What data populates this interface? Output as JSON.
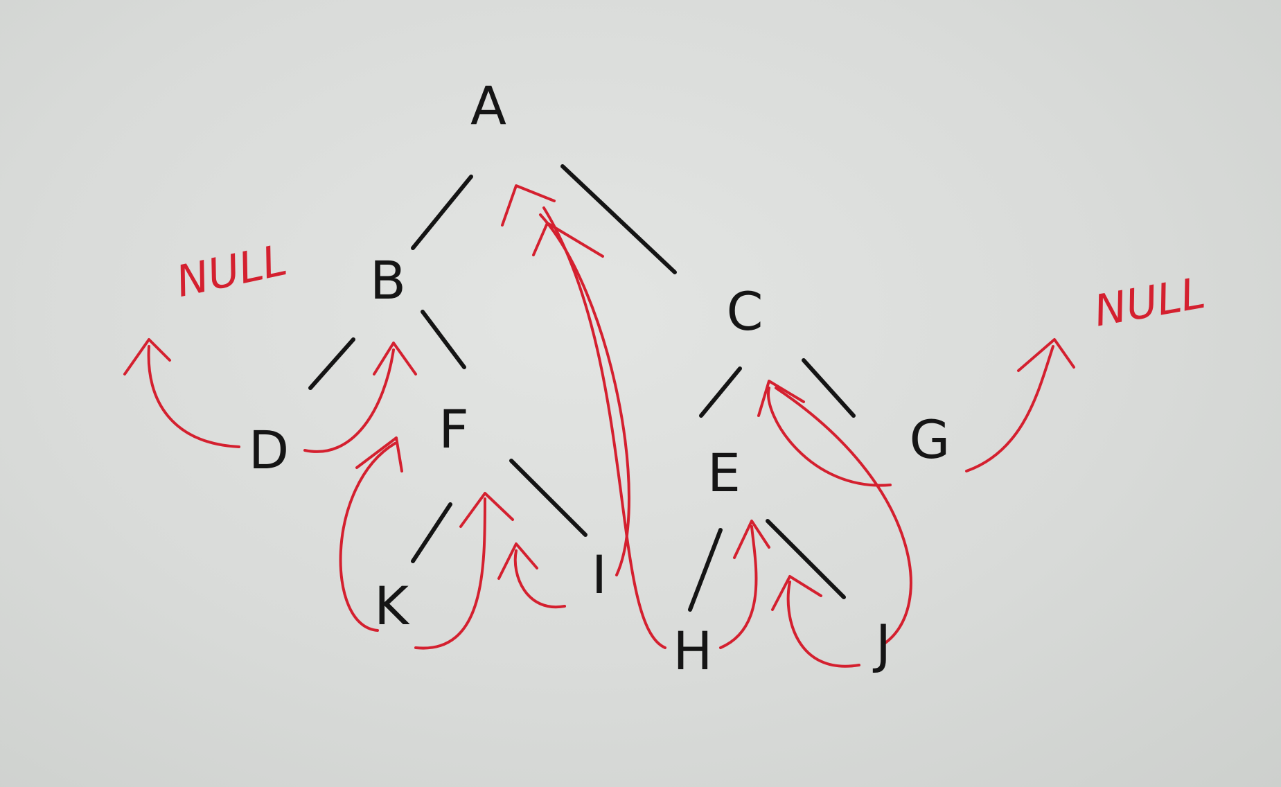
{
  "diagram": {
    "nodes": [
      {
        "id": "A",
        "label": "A"
      },
      {
        "id": "B",
        "label": "B"
      },
      {
        "id": "C",
        "label": "C"
      },
      {
        "id": "D",
        "label": "D"
      },
      {
        "id": "F",
        "label": "F"
      },
      {
        "id": "E",
        "label": "E"
      },
      {
        "id": "G",
        "label": "G"
      },
      {
        "id": "K",
        "label": "K"
      },
      {
        "id": "I",
        "label": "I"
      },
      {
        "id": "H",
        "label": "H"
      },
      {
        "id": "J",
        "label": "J"
      }
    ],
    "edges": [
      {
        "from": "A",
        "to": "B"
      },
      {
        "from": "A",
        "to": "C"
      },
      {
        "from": "B",
        "to": "D"
      },
      {
        "from": "B",
        "to": "F"
      },
      {
        "from": "F",
        "to": "K"
      },
      {
        "from": "F",
        "to": "I"
      },
      {
        "from": "C",
        "to": "E"
      },
      {
        "from": "C",
        "to": "G"
      },
      {
        "from": "E",
        "to": "H"
      },
      {
        "from": "E",
        "to": "J"
      }
    ],
    "null_labels": [
      "NULL",
      "NULL"
    ],
    "threads": [
      {
        "from": "D",
        "to": "NULL"
      },
      {
        "from": "D",
        "to": "B"
      },
      {
        "from": "K",
        "to": "B"
      },
      {
        "from": "K",
        "to": "F"
      },
      {
        "from": "I",
        "to": "F"
      },
      {
        "from": "I",
        "to": "A"
      },
      {
        "from": "H",
        "to": "A"
      },
      {
        "from": "H",
        "to": "E"
      },
      {
        "from": "J",
        "to": "E"
      },
      {
        "from": "J",
        "to": "C"
      },
      {
        "from": "G",
        "to": "C"
      },
      {
        "from": "G",
        "to": "NULL"
      }
    ],
    "colors": {
      "ink": "#151515",
      "thread": "#d4202f",
      "paper": "#dcdedc"
    }
  }
}
